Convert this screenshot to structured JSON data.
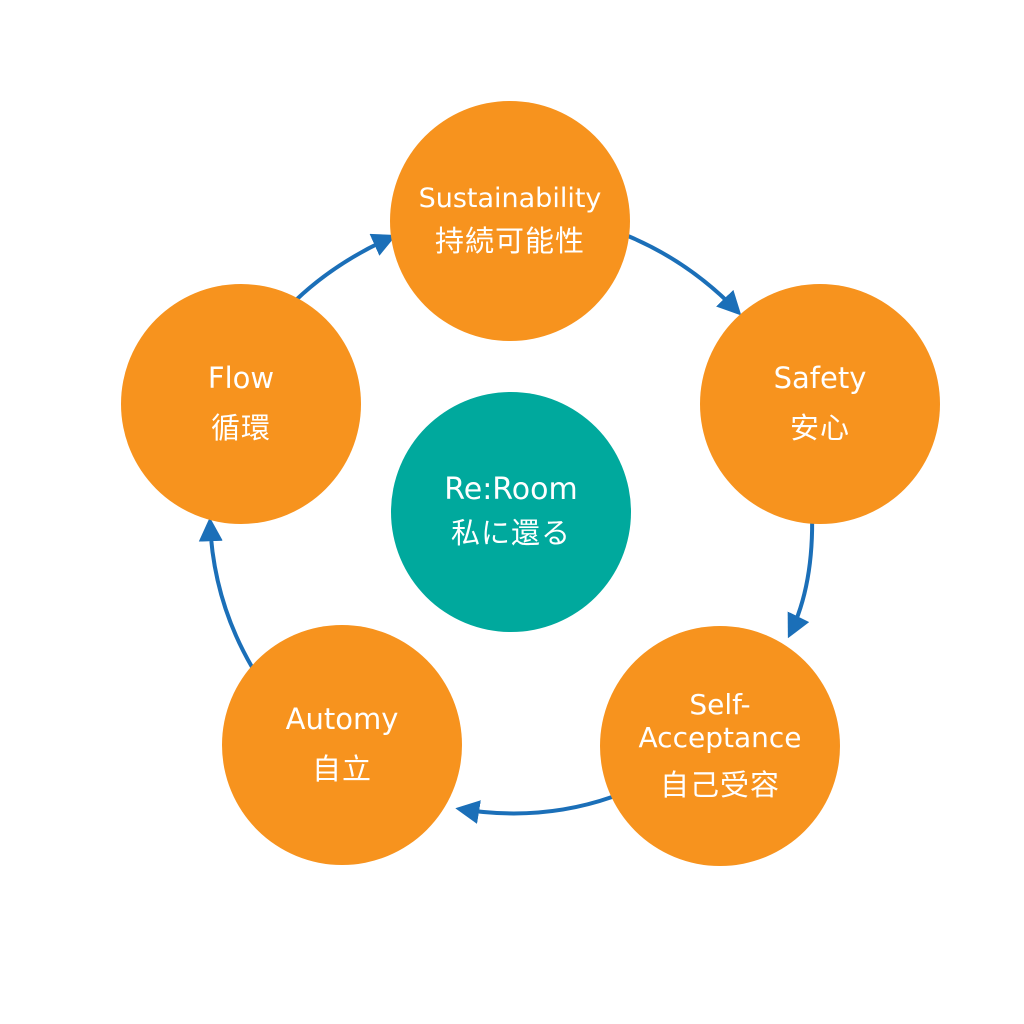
{
  "colors": {
    "node": "#f7931e",
    "center": "#00a99d",
    "arrow": "#1b6fb8",
    "text": "#ffffff"
  },
  "center": {
    "en": "Re:Room",
    "jp": "私に還る"
  },
  "nodes": [
    {
      "id": "sustainability",
      "en": "Sustainability",
      "jp": "持続可能性"
    },
    {
      "id": "safety",
      "en": "Safety",
      "jp": "安心"
    },
    {
      "id": "self-acceptance",
      "en_line1": "Self-",
      "en_line2": "Acceptance",
      "jp": "自己受容"
    },
    {
      "id": "automy",
      "en": "Automy",
      "jp": "自立"
    },
    {
      "id": "flow",
      "en": "Flow",
      "jp": "循環"
    }
  ]
}
